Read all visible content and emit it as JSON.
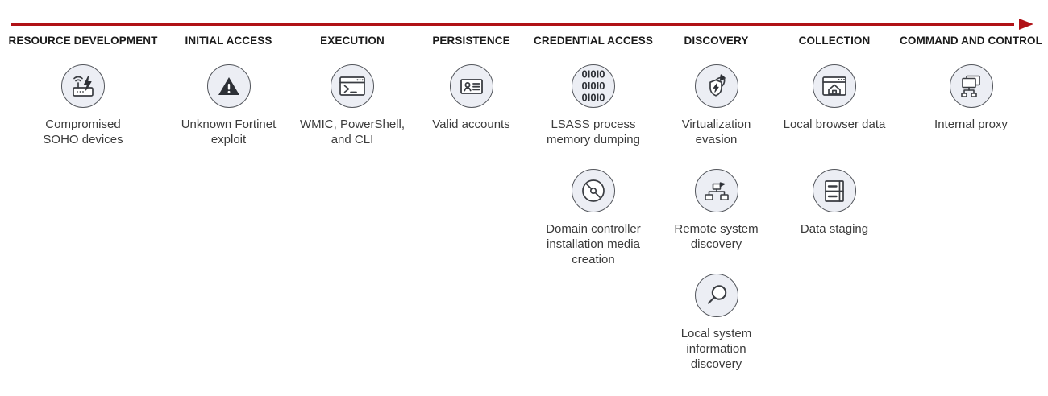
{
  "accent_color": "#b01116",
  "icon_fill": "#eceef4",
  "icon_stroke": "#53565c",
  "text_color": "#3b3b3b",
  "arrow": {
    "name": "timeline-arrow",
    "direction": "right"
  },
  "columns": [
    {
      "id": "resource-development",
      "header": "RESOURCE DEVELOPMENT",
      "items": [
        {
          "icon": "router-lightning-icon",
          "label": "Compromised\nSOHO devices"
        }
      ]
    },
    {
      "id": "initial-access",
      "header": "INITIAL ACCESS",
      "items": [
        {
          "icon": "warning-triangle-icon",
          "label": "Unknown Fortinet\nexploit"
        }
      ]
    },
    {
      "id": "execution",
      "header": "EXECUTION",
      "items": [
        {
          "icon": "terminal-console-icon",
          "label": "WMIC, PowerShell,\nand CLI"
        }
      ]
    },
    {
      "id": "persistence",
      "header": "PERSISTENCE",
      "items": [
        {
          "icon": "id-badge-icon",
          "label": "Valid accounts"
        }
      ]
    },
    {
      "id": "credential-access",
      "header": "CREDENTIAL ACCESS",
      "items": [
        {
          "icon": "binary-data-icon",
          "label": "LSASS process\nmemory dumping"
        },
        {
          "icon": "optical-disc-icon",
          "label": "Domain controller\ninstallation media\ncreation"
        }
      ]
    },
    {
      "id": "discovery",
      "header": "DISCOVERY",
      "items": [
        {
          "icon": "shield-bolt-arrow-icon",
          "label": "Virtualization\nevasion"
        },
        {
          "icon": "network-topology-icon",
          "label": "Remote system\ndiscovery"
        },
        {
          "icon": "magnifying-glass-icon",
          "label": "Local system\ninformation\ndiscovery"
        }
      ]
    },
    {
      "id": "collection",
      "header": "COLLECTION",
      "items": [
        {
          "icon": "browser-home-icon",
          "label": "Local browser data"
        },
        {
          "icon": "file-cabinet-icon",
          "label": "Data staging"
        }
      ]
    },
    {
      "id": "command-and-control",
      "header": "COMMAND AND CONTROL",
      "items": [
        {
          "icon": "monitors-network-icon",
          "label": "Internal proxy"
        }
      ]
    }
  ]
}
